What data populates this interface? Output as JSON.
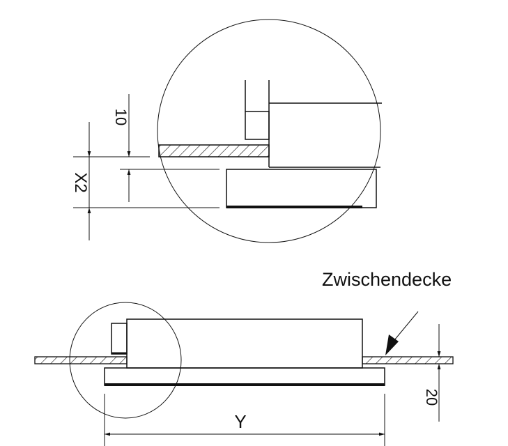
{
  "labels": {
    "dim_10": "10",
    "dim_x2": "X2",
    "dim_20": "20",
    "dim_y": "Y",
    "ceiling": "Zwischendecke"
  },
  "colors": {
    "line": "#111111",
    "background": "#ffffff"
  }
}
